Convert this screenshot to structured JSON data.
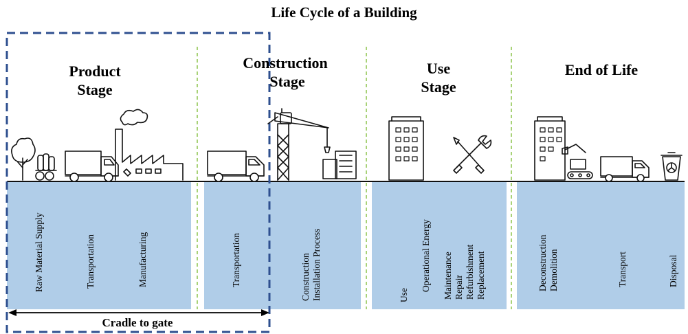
{
  "title": "Life Cycle of a Building",
  "stages": [
    {
      "line1": "Product",
      "line2": "Stage"
    },
    {
      "line1": "Construction",
      "line2": "Stage"
    },
    {
      "line1": "Use",
      "line2": "Stage"
    },
    {
      "line1": "End of Life",
      "line2": ""
    }
  ],
  "labels": {
    "raw_material": "Raw Material Supply",
    "transportation_1": "Transportation",
    "manufacturing": "Manufacturing",
    "transportation_2": "Transportation",
    "construction": "Construction",
    "installation": "Installation Process",
    "use": "Use",
    "operational_energy": "Operational Energy",
    "maintenance": "Maintenance",
    "repair": "Repair",
    "refurbishment": "Refurbishment",
    "replacement": "Replacement",
    "deconstruction": "Deconstruction",
    "demolition": "Demolition",
    "transport": "Transport",
    "disposal": "Disposal"
  },
  "cradle_to_gate": "Cradle to gate",
  "colors": {
    "panel": "#b0cde8",
    "dashed_box": "#2e4f8f",
    "divider": "#8bc34a",
    "ink": "#111111"
  },
  "icons": [
    "tree-icon",
    "logs-icon",
    "truck-icon",
    "factory-icon",
    "crane-icon",
    "building-icon",
    "tools-icon",
    "excavator-icon",
    "recycle-bin-icon"
  ]
}
